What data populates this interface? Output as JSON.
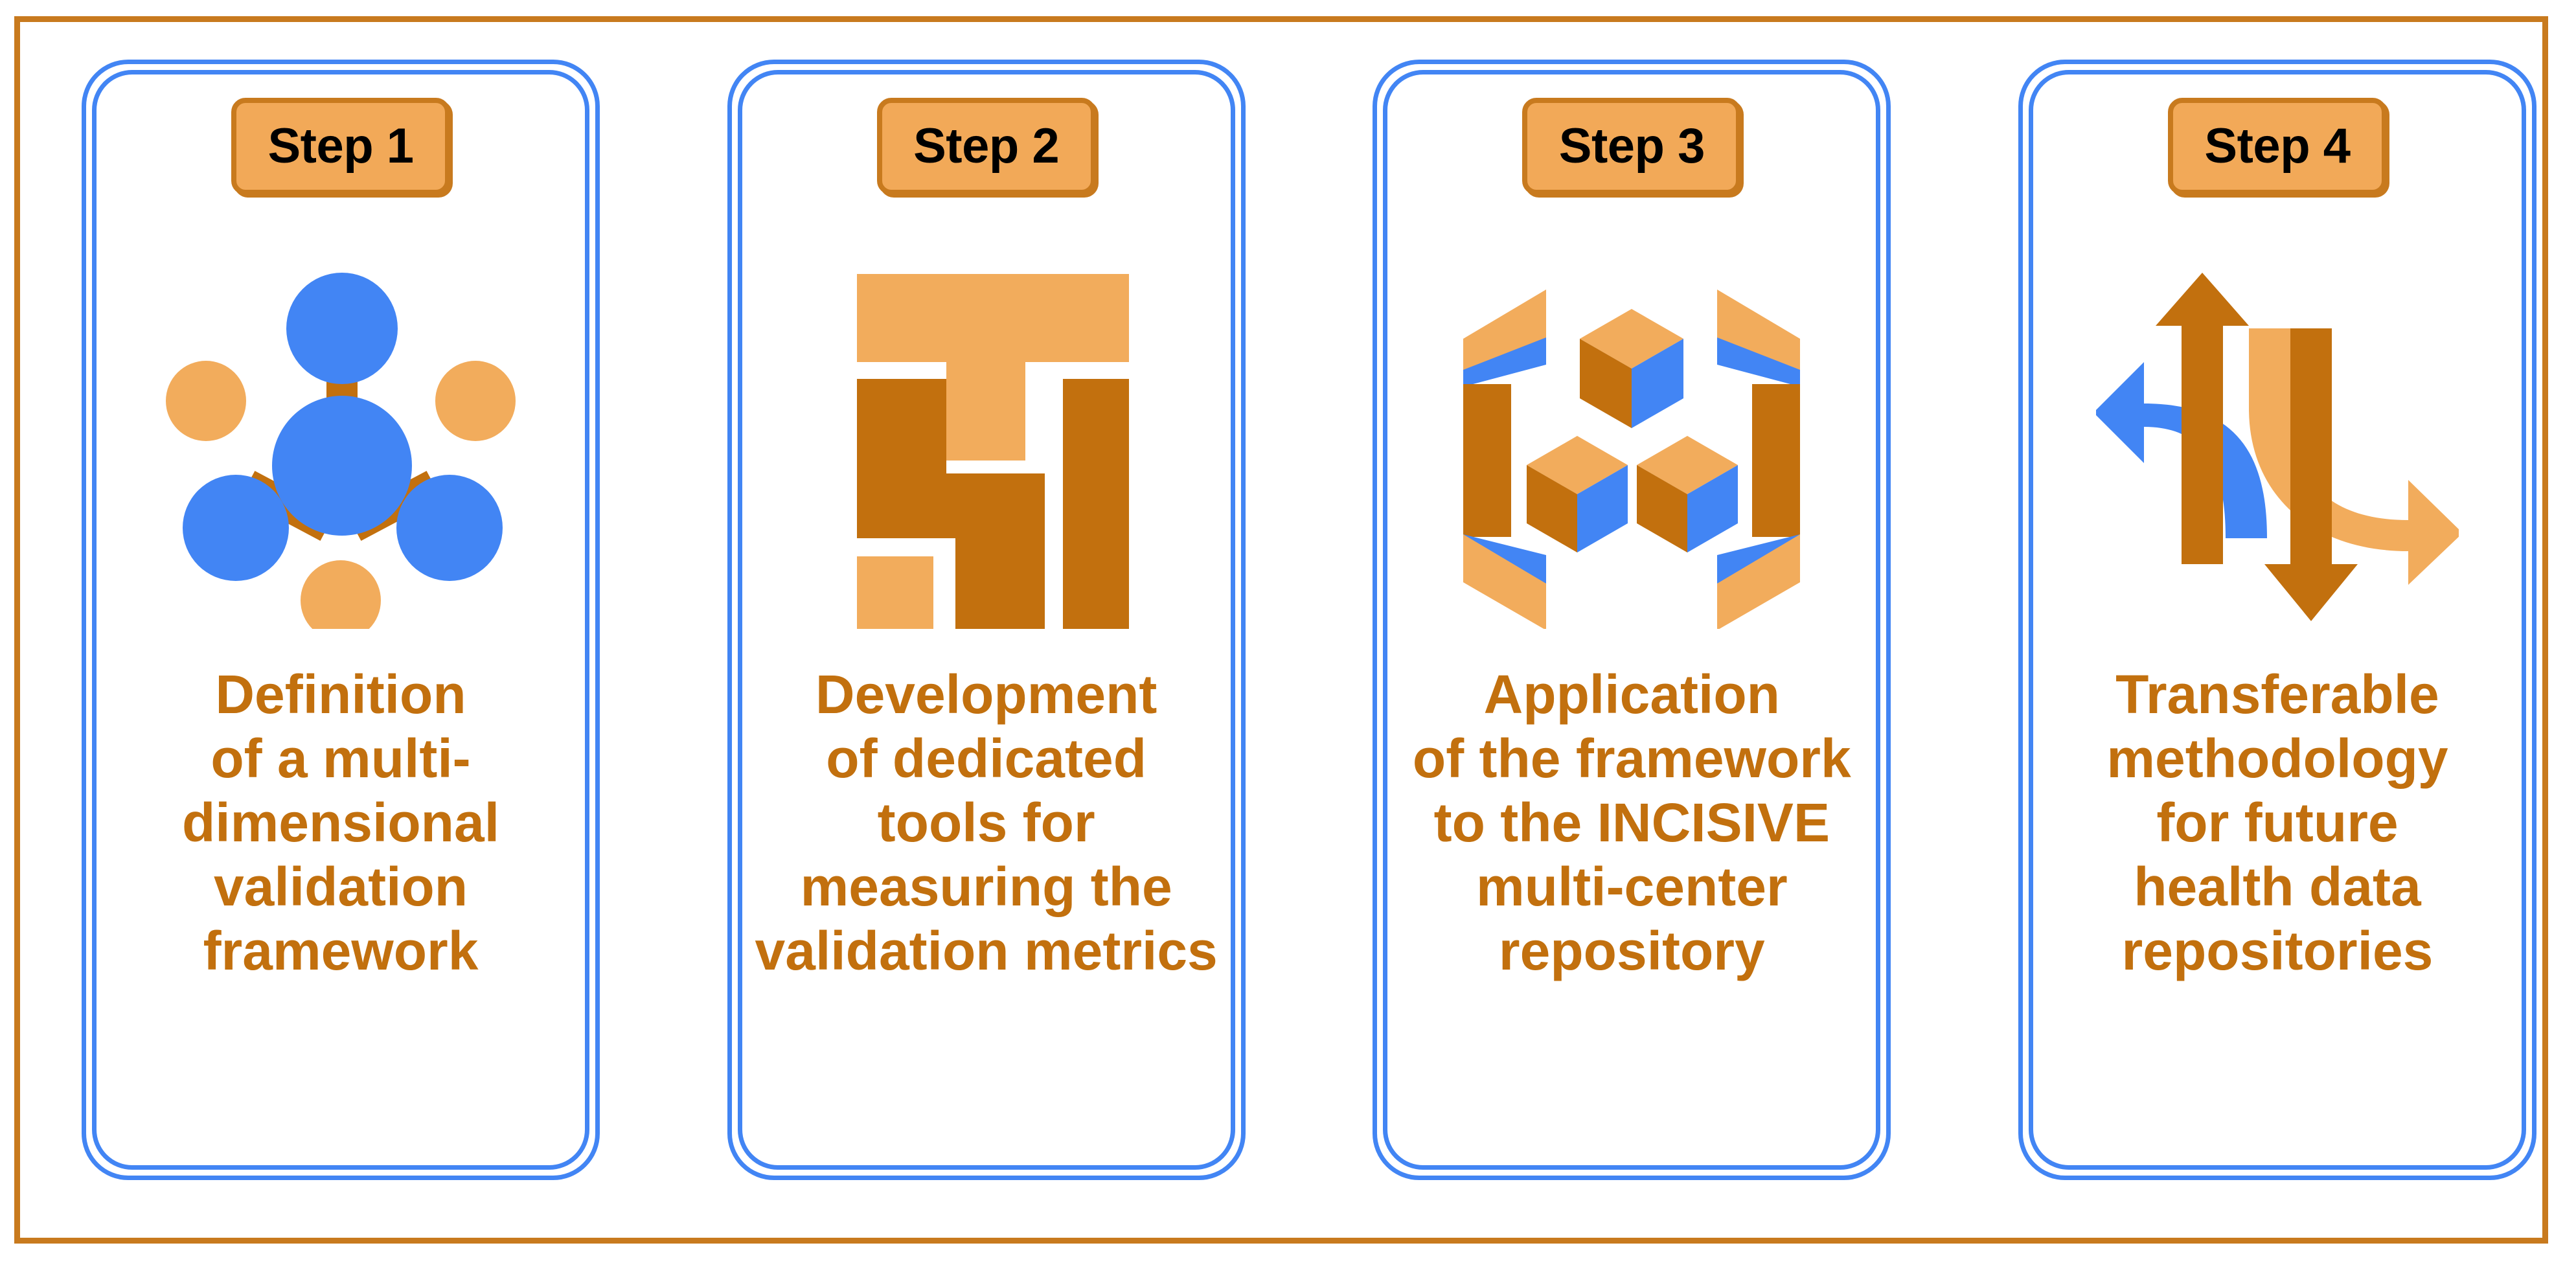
{
  "figure": {
    "title": "INCISIVE data validation framework four-step process",
    "type": "process-flow-diagram",
    "step_count": 4
  },
  "colors": {
    "frame_border": "#C87A1E",
    "card_border": "#4285F4",
    "badge_fill": "#F2A958",
    "badge_border": "#C87A1E",
    "badge_text": "#000000",
    "caption_text": "#C2700E",
    "icon_dark_orange": "#C2700E",
    "icon_light_orange": "#F2AC5C",
    "icon_blue": "#4285F4",
    "background": "#FFFFFF"
  },
  "steps": [
    {
      "badge": "Step 1",
      "caption": "Definition\nof a multi-\ndimensional\nvalidation\nframework",
      "caption_plain": "Definition of a multi-dimensional validation framework",
      "icon": "network-nodes-icon",
      "icon_description": "Central blue node linked by dark-orange connectors to three blue satellite nodes, with three light-orange nodes"
    },
    {
      "badge": "Step 2",
      "caption": "Development\nof dedicated\ntools for\nmeasuring the\nvalidation metrics",
      "caption_plain": "Development of dedicated tools for measuring the validation metrics",
      "icon": "tools-blocks-icon",
      "icon_description": "Abstract blocks forming a T shape in light orange with dark-orange interlocking bars"
    },
    {
      "badge": "Step 3",
      "caption": "Application\nof the framework\nto the INCISIVE\nmulti-center\nrepository",
      "caption_plain": "Application of the framework to the INCISIVE multi-center repository",
      "icon": "data-cubes-brackets-icon",
      "icon_description": "Three isometric cubes enclosed between two bracket shapes"
    },
    {
      "badge": "Step 4",
      "caption": "Transferable\nmethodology\nfor future\nhealth data\nrepositories",
      "caption_plain": "Transferable methodology for future health data repositories",
      "icon": "transfer-arrows-icon",
      "icon_description": "Blue curved left arrow, dark-orange up arrow, dark-orange down arrow and light-orange curved right arrow"
    }
  ]
}
